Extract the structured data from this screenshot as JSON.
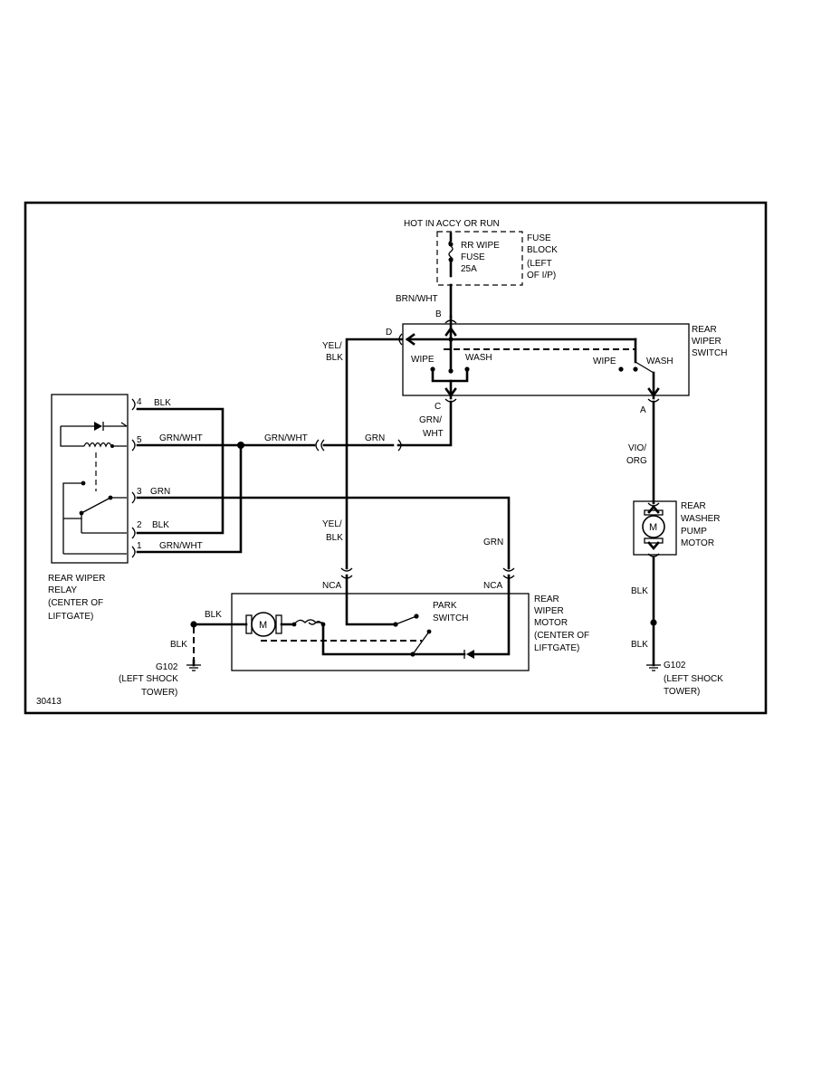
{
  "diagram_id": "30413",
  "power": {
    "hot_label": "HOT IN ACCY OR RUN"
  },
  "fuse": {
    "name_line1": "RR WIPE",
    "name_line2": "FUSE",
    "rating": "25A",
    "block_line1": "FUSE",
    "block_line2": "BLOCK",
    "block_line3": "(LEFT",
    "block_line4": "OF I/P)"
  },
  "wiper_switch": {
    "title_line1": "REAR",
    "title_line2": "WIPER",
    "title_line3": "SWITCH",
    "pin_b": "B",
    "pin_c": "C",
    "pin_d": "D",
    "pin_a": "A",
    "wipe_left": "WIPE",
    "wash_left": "WASH",
    "wipe_right": "WIPE",
    "wash_right": "WASH"
  },
  "relay": {
    "title_line1": "REAR WIPER",
    "title_line2": "RELAY",
    "title_line3": "(CENTER OF",
    "title_line4": "LIFTGATE)",
    "pins": [
      {
        "num": "4",
        "wire": "BLK"
      },
      {
        "num": "5",
        "wire": "GRN/WHT"
      },
      {
        "num": "3",
        "wire": "GRN"
      },
      {
        "num": "2",
        "wire": "BLK"
      },
      {
        "num": "1",
        "wire": "GRN/WHT"
      }
    ]
  },
  "wiper_motor": {
    "title_line1": "REAR",
    "title_line2": "WIPER",
    "title_line3": "MOTOR",
    "title_line4": "(CENTER OF",
    "title_line5": "LIFTGATE)",
    "park_line1": "PARK",
    "park_line2": "SWITCH",
    "motor_symbol": "M",
    "nca_left": "NCA",
    "nca_right": "NCA"
  },
  "washer_pump": {
    "title_line1": "REAR",
    "title_line2": "WASHER",
    "title_line3": "PUMP",
    "title_line4": "MOTOR",
    "motor_symbol": "M"
  },
  "wires": {
    "brn_wht": "BRN/WHT",
    "yel_blk_top_1": "YEL/",
    "yel_blk_top_2": "BLK",
    "yel_blk_mid_1": "YEL/",
    "yel_blk_mid_2": "BLK",
    "grn_wht_c_1": "GRN/",
    "grn_wht_c_2": "WHT",
    "grn_wht_mid": "GRN/WHT",
    "grn_mid": "GRN",
    "grn_right": "GRN",
    "vio_org_1": "VIO/",
    "vio_org_2": "ORG",
    "blk_pump_top": "BLK",
    "blk_pump_bottom": "BLK",
    "blk_motor_left": "BLK",
    "blk_motor_ground": "BLK"
  },
  "grounds": {
    "left_id": "G102",
    "left_line2": "(LEFT SHOCK",
    "left_line3": "TOWER)",
    "right_id": "G102",
    "right_line2": "(LEFT SHOCK",
    "right_line3": "TOWER)"
  }
}
